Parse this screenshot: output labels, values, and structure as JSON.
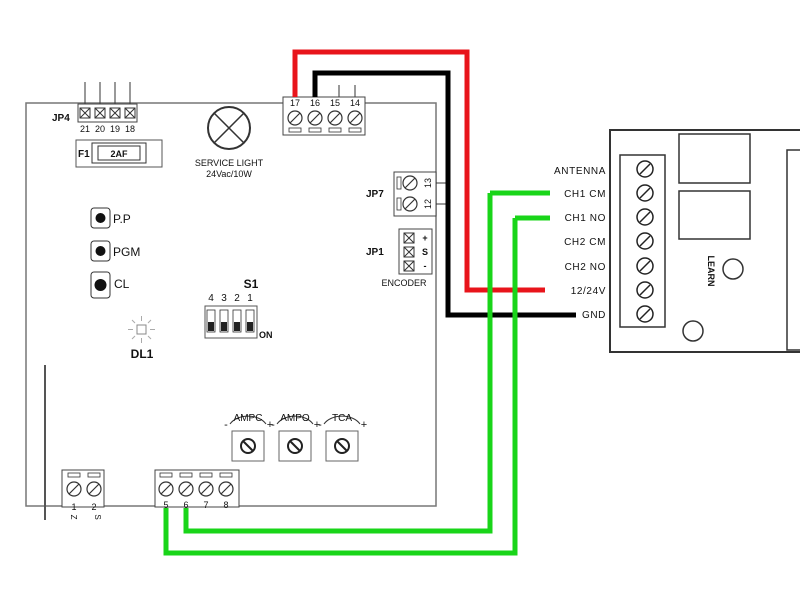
{
  "control_board": {
    "jp4": {
      "label": "JP4",
      "terminals": [
        "21",
        "20",
        "19",
        "18"
      ]
    },
    "fuse": {
      "label": "F1",
      "value": "2AF"
    },
    "service_light": {
      "title": "SERVICE LIGHT",
      "rating": "24Vac/10W"
    },
    "top_block_terminals": [
      "17",
      "16",
      "15",
      "14"
    ],
    "jp7": {
      "label": "JP7",
      "terminals": [
        "13",
        "12"
      ]
    },
    "jp1": {
      "label": "JP1",
      "signals": [
        "+",
        "S",
        "-"
      ],
      "caption": "ENCODER"
    },
    "buttons": [
      "P.P",
      "PGM",
      "CL"
    ],
    "s1": {
      "label": "S1",
      "switch_numbers": [
        "4",
        "3",
        "2",
        "1"
      ],
      "on_label": "ON"
    },
    "led": {
      "label": "DL1"
    },
    "trimmers": [
      "AMPC",
      "AMPO",
      "TCA"
    ],
    "trimmer_minus": "-",
    "trimmer_plus": "+",
    "bottom_left_terminals": [
      "1",
      "2"
    ],
    "bottom_left_marks": [
      "Z",
      "S"
    ],
    "bottom_right_terminals": [
      "5",
      "6",
      "7",
      "8"
    ]
  },
  "receiver": {
    "terminals": [
      "ANTENNA",
      "CH1 CM",
      "CH1 NO",
      "CH2 CM",
      "CH2 NO",
      "12/24V",
      "GND"
    ],
    "learn_label": "LEARN"
  },
  "wire_colors": {
    "red": "#e8141b",
    "black": "#000000",
    "green": "#19d519"
  }
}
